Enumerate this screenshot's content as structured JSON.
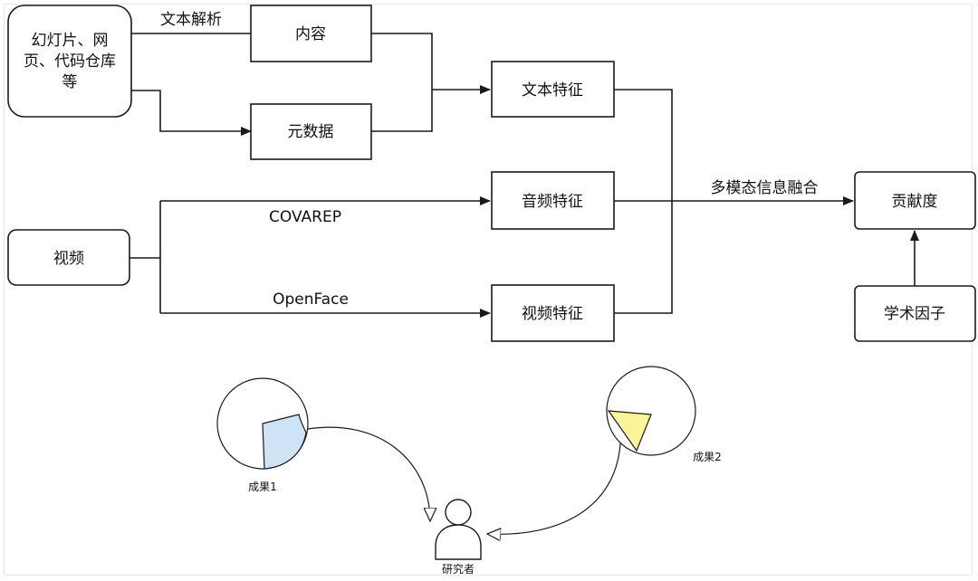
{
  "nodes": {
    "source_docs_line1": "幻灯片、网",
    "source_docs_line2": "页、代码仓库",
    "source_docs_line3": "等",
    "content": "内容",
    "metadata": "元数据",
    "text_feature": "文本特征",
    "audio_feature": "音频特征",
    "video_feature": "视频特征",
    "video": "视频",
    "contribution": "贡献度",
    "academic_factor": "学术因子",
    "result1": "成果1",
    "result2": "成果2",
    "researcher": "研究者"
  },
  "edges": {
    "text_parsing": "文本解析",
    "covarep": "COVAREP",
    "openface": "OpenFace",
    "fusion": "多模态信息融合"
  },
  "colors": {
    "stroke": "#1a1a1a",
    "result1_fill": "#cfe3f7",
    "result2_fill": "#fbf59a"
  }
}
